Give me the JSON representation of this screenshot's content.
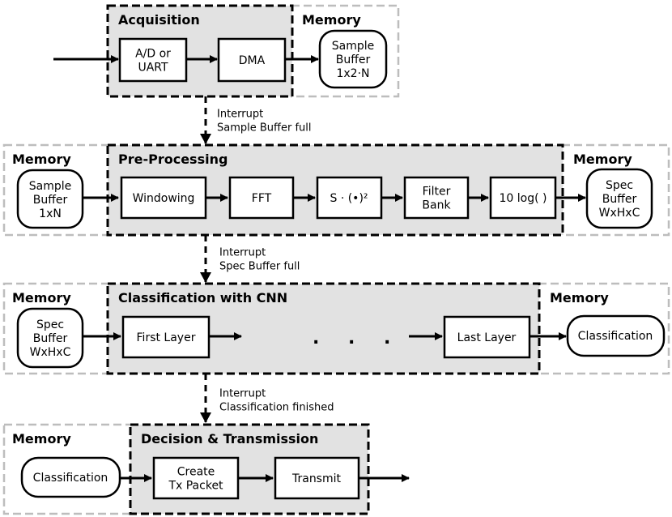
{
  "acquisition": {
    "title": "Acquisition",
    "blocks": [
      "A/D or|UART",
      "DMA"
    ],
    "memory_title": "Memory",
    "memory_buffer": "Sample|Buffer|1x2·N"
  },
  "interrupt1": "Interrupt|Sample Buffer full",
  "preprocessing": {
    "title": "Pre-Processing",
    "memory_in_title": "Memory",
    "memory_in": "Sample|Buffer|1xN",
    "blocks": [
      "Windowing",
      "FFT",
      "S · (•)²",
      "Filter|Bank",
      "10 log( )"
    ],
    "memory_out_title": "Memory",
    "memory_out": "Spec|Buffer|WxHxC"
  },
  "interrupt2": "Interrupt|Spec Buffer full",
  "classification": {
    "title": "Classification with CNN",
    "memory_in_title": "Memory",
    "memory_in": "Spec|Buffer|WxHxC",
    "first_layer": "First Layer",
    "ellipsis": ". . .",
    "last_layer": "Last Layer",
    "memory_out_title": "Memory",
    "memory_out": "Classification"
  },
  "interrupt3": "Interrupt|Classification finished",
  "decision": {
    "title": "Decision & Transmission",
    "memory_title": "Memory",
    "memory_in": "Classification",
    "blocks": [
      "Create|Tx Packet",
      "Transmit"
    ]
  }
}
